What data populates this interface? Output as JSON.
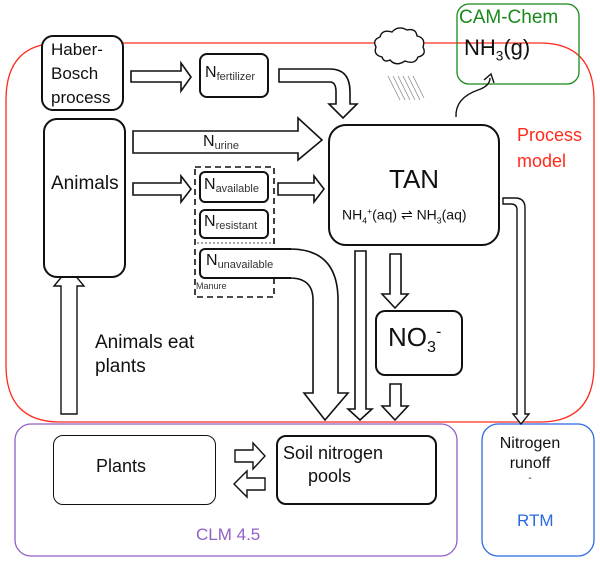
{
  "diagram": {
    "regions": {
      "process_model": {
        "label_line1": "Process",
        "label_line2": "model",
        "color": "#ff2a1a"
      },
      "cam_chem": {
        "label": "CAM-Chem",
        "color": "#1a8a1a"
      },
      "clm": {
        "label": "CLM 4.5",
        "color": "#9060c8"
      },
      "rtm": {
        "label": "RTM",
        "color": "#2a6ae0"
      }
    },
    "nodes": {
      "haber_bosch": {
        "line1": "Haber-",
        "line2": "Bosch",
        "line3": "process"
      },
      "animals": {
        "label": "Animals"
      },
      "n_fertilizer": {
        "main": "N",
        "sub": "fertilizer"
      },
      "n_urine": {
        "main": "N",
        "sub": "urine"
      },
      "n_available": {
        "main": "N",
        "sub": "available"
      },
      "n_resistant": {
        "main": "N",
        "sub": "resistant"
      },
      "n_unavailable": {
        "main": "N",
        "sub": "unavailable"
      },
      "manure": {
        "label": "Manure"
      },
      "tan": {
        "title": "TAN",
        "eq_a": "NH",
        "eq_a_sub": "4",
        "eq_a_sup": "+",
        "eq_a_tail": "(aq)",
        "eq_sym": "⇌",
        "eq_b": "NH",
        "eq_b_sub": "3",
        "eq_b_tail": "(aq)"
      },
      "nh3_gas": {
        "main": "NH",
        "sub": "3",
        "tail": "(g)"
      },
      "no3": {
        "main": "NO",
        "sub": "3",
        "sup": "-"
      },
      "animals_eat_plants": {
        "line1": "Animals eat",
        "line2": "plants"
      },
      "plants": {
        "label": "Plants"
      },
      "soil_pools": {
        "line1": "Soil nitrogen",
        "line2": "pools"
      },
      "nitrogen_runoff": {
        "line1": "Nitrogen",
        "line2": "runoff",
        "line3": "-"
      }
    },
    "icons": {
      "cloud": "rain-cloud-icon"
    }
  }
}
